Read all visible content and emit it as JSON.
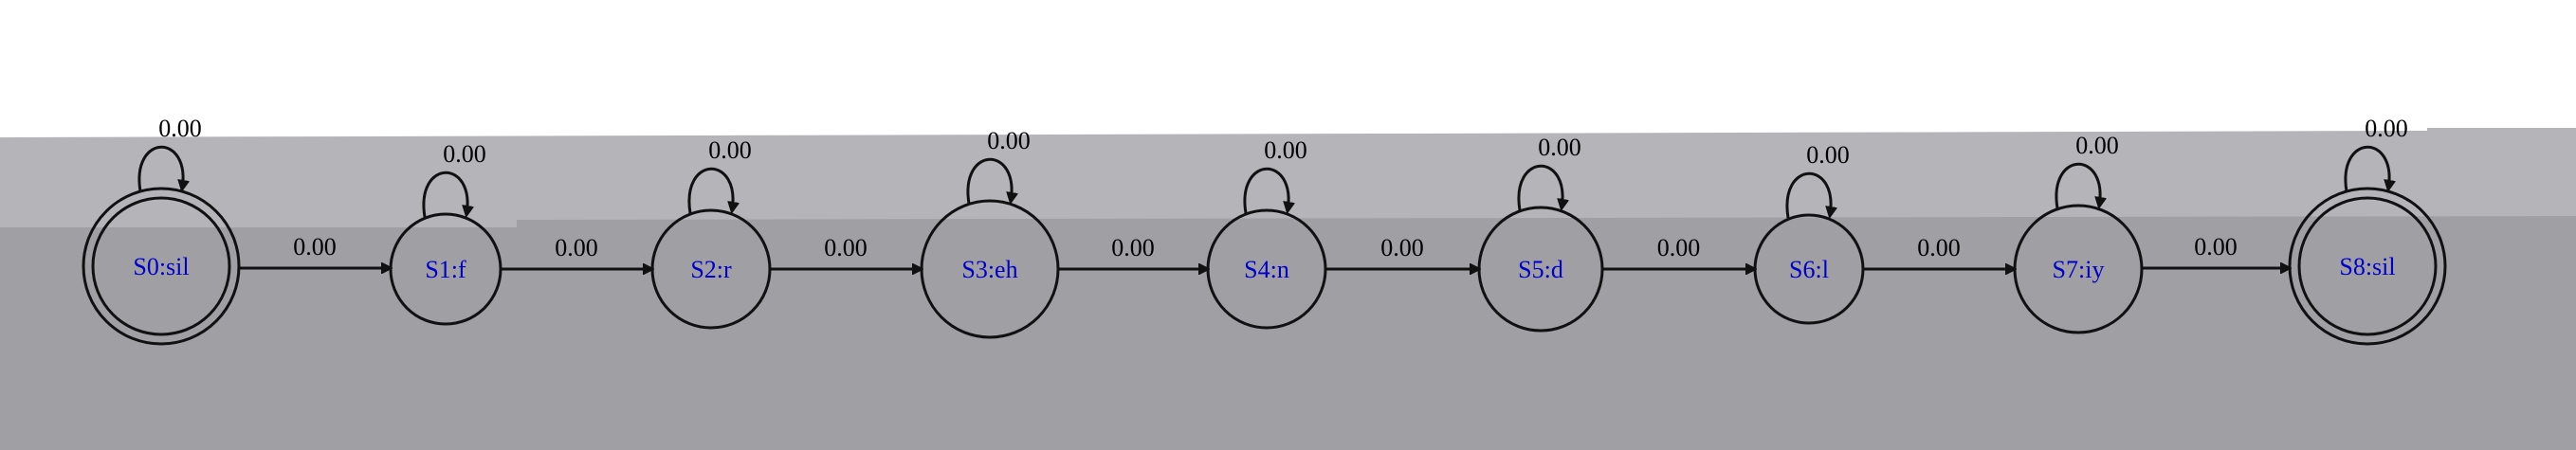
{
  "diagram": {
    "background": {
      "white": "#ffffff",
      "light_band": "#b5b4b9",
      "dark_band": "#a09fa4"
    },
    "states": [
      {
        "id": "S0",
        "label": "S0:sil",
        "final": true,
        "self_loop_weight": "0.00"
      },
      {
        "id": "S1",
        "label": "S1:f",
        "final": false,
        "self_loop_weight": "0.00"
      },
      {
        "id": "S2",
        "label": "S2:r",
        "final": false,
        "self_loop_weight": "0.00"
      },
      {
        "id": "S3",
        "label": "S3:eh",
        "final": false,
        "self_loop_weight": "0.00"
      },
      {
        "id": "S4",
        "label": "S4:n",
        "final": false,
        "self_loop_weight": "0.00"
      },
      {
        "id": "S5",
        "label": "S5:d",
        "final": false,
        "self_loop_weight": "0.00"
      },
      {
        "id": "S6",
        "label": "S6:l",
        "final": false,
        "self_loop_weight": "0.00"
      },
      {
        "id": "S7",
        "label": "S7:iy",
        "final": false,
        "self_loop_weight": "0.00"
      },
      {
        "id": "S8",
        "label": "S8:sil",
        "final": true,
        "self_loop_weight": "0.00"
      }
    ],
    "transitions": [
      {
        "from": "S0",
        "to": "S1",
        "weight": "0.00"
      },
      {
        "from": "S1",
        "to": "S2",
        "weight": "0.00"
      },
      {
        "from": "S2",
        "to": "S3",
        "weight": "0.00"
      },
      {
        "from": "S3",
        "to": "S4",
        "weight": "0.00"
      },
      {
        "from": "S4",
        "to": "S5",
        "weight": "0.00"
      },
      {
        "from": "S5",
        "to": "S6",
        "weight": "0.00"
      },
      {
        "from": "S6",
        "to": "S7",
        "weight": "0.00"
      },
      {
        "from": "S7",
        "to": "S8",
        "weight": "0.00"
      }
    ]
  }
}
